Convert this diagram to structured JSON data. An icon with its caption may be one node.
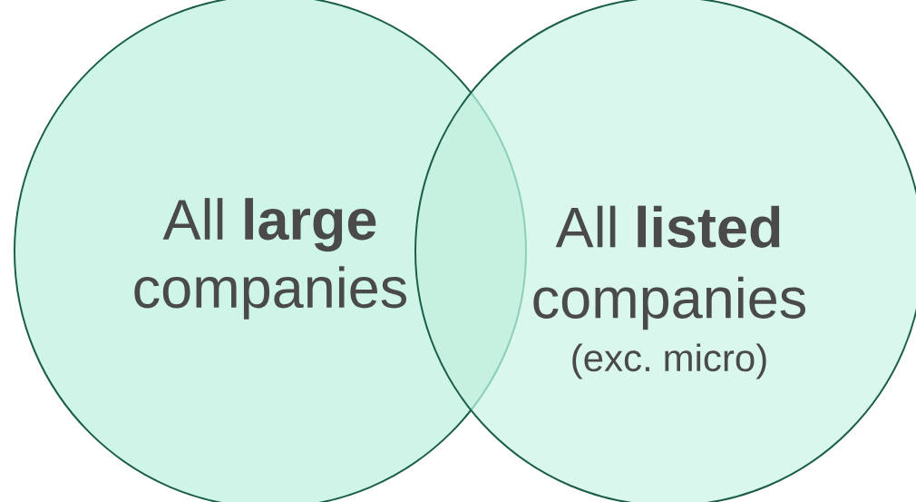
{
  "diagram": {
    "nodes": [
      {
        "text": [
          "All **large** companies"
        ]
      },
      {
        "text": [
          "All **listed** companies",
          "(exc. micro)"
        ]
      }
    ]
  }
}
